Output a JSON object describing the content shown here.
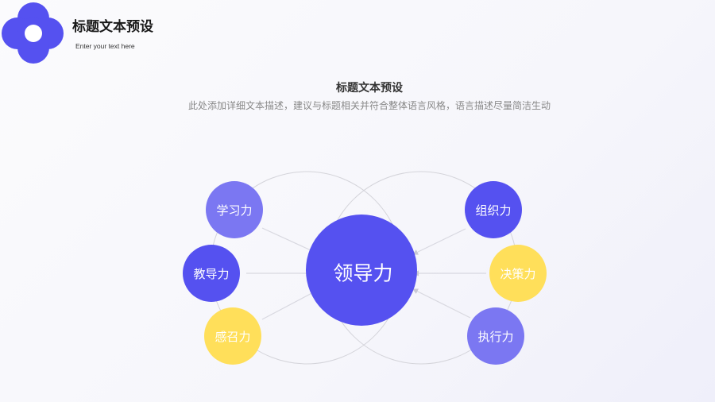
{
  "header": {
    "title": "标题文本预设",
    "subtitle": "Enter your text here"
  },
  "section": {
    "title": "标题文本预设",
    "description": "此处添加详细文本描述，建议与标题相关并符合整体语言风格，语言描述尽量简洁生动"
  },
  "diagram": {
    "center": {
      "label": "领导力",
      "color": "#5551F0"
    },
    "nodes": [
      {
        "label": "学习力",
        "color": "#7B77F2"
      },
      {
        "label": "教导力",
        "color": "#5551F0"
      },
      {
        "label": "感召力",
        "color": "#FFDF5A"
      },
      {
        "label": "组织力",
        "color": "#5551F0"
      },
      {
        "label": "决策力",
        "color": "#FFDF5A"
      },
      {
        "label": "执行力",
        "color": "#7B77F2"
      }
    ]
  }
}
